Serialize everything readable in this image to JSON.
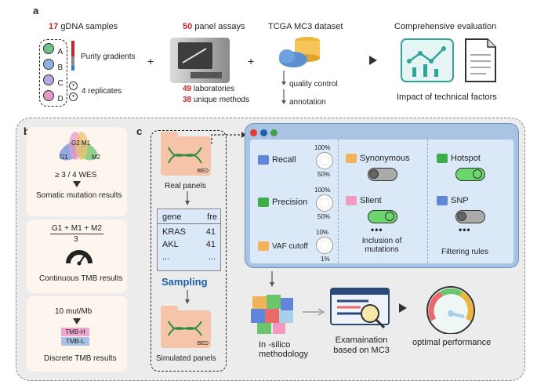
{
  "panel_a": {
    "label": "a",
    "samples_num": "17",
    "samples_text": "gDNA samples",
    "sample_letters": [
      "A",
      "B",
      "C",
      "D"
    ],
    "purity_text": "Purity gradients",
    "replicates_text": "4 replicates",
    "assays_num": "50",
    "assays_text": "panel assays",
    "labs_num": "49",
    "labs_text": "laboratories",
    "methods_num": "38",
    "methods_text": "unique methods",
    "plus": "+",
    "tcga_title": "TCGA MC3 dataset",
    "qc_text": "quality control",
    "annotation_text": "annotation",
    "eval_title": "Comprehensive evaluation",
    "impact_text": "Impact of technical factors"
  },
  "panel_b": {
    "label": "b",
    "venn_labels": [
      "G2",
      "M1",
      "G1",
      "M2"
    ],
    "wes_text": "≥ 3 / 4 WES",
    "somatic_text": "Somatic mutation results",
    "formula_num": "G1 + M1 + M2",
    "formula_den": "3",
    "continuous_text": "Continuous TMB results",
    "mutmb_text": "10 mut/Mb",
    "tmb_h": "TMB-H",
    "tmb_l": "TMB-L",
    "discrete_text": "Discrete TMB results"
  },
  "panel_c": {
    "label": "c",
    "bed_label": "BED",
    "real_panels": "Real panels",
    "table_headers": [
      "gene",
      "fre"
    ],
    "table_rows": [
      [
        "KRAS",
        "41"
      ],
      [
        "AKL",
        "41"
      ],
      [
        "...",
        "..."
      ]
    ],
    "sampling": "Sampling",
    "simulated_panels": "Simulated panels",
    "metrics": [
      {
        "name": "Recall",
        "top": "100%",
        "bottom": "50%"
      },
      {
        "name": "Precision",
        "top": "100%",
        "bottom": "50%"
      },
      {
        "name": "VAF cutoff",
        "top": "10%",
        "bottom": "1%"
      }
    ],
    "inclusion_items": [
      "Synonymous",
      "Slient"
    ],
    "inclusion_title": "Inclusion of mutations",
    "filter_items": [
      "Hotspot",
      "SNP"
    ],
    "filter_title": "Filtering rules",
    "ellipsis": "•••",
    "insilico_text": "In -silico methodology",
    "exam_text": "Examaination based on MC3",
    "optimal_text": "optimal performance"
  },
  "colors": {
    "red_accent": "#c62828",
    "blue_accent": "#1e5fa8",
    "window_frame": "#a9c3e4",
    "toggle_green": "#6bd66b"
  }
}
